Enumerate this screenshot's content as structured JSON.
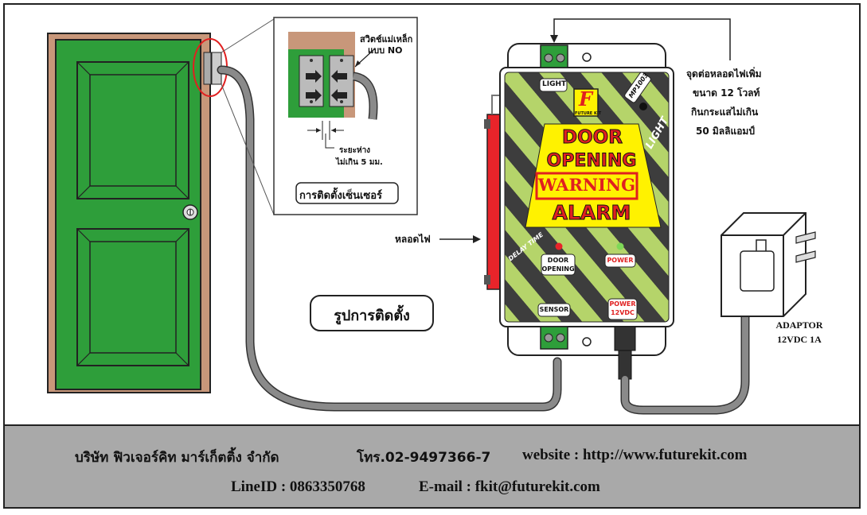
{
  "inset": {
    "switch_label": "สวิตช์แม่เหล็ก",
    "switch_type": "แบบ NO",
    "gap_label_1": "ระยะห่าง",
    "gap_label_2": "ไม่เกิน 5 มม.",
    "caption": "การติดตั้งเซ็นเซอร์"
  },
  "install_caption": "รูปการติดตั้ง",
  "lamp_label": "หลอดไฟ",
  "extra_lamp_note": {
    "line1": "จุดต่อหลอดไฟเพิ่ม",
    "line2": "ขนาด 12 โวลท์",
    "line3": "กินกระแสไม่เกิน",
    "line4": "50 มิลลิแอมป์"
  },
  "adaptor": {
    "line1": "ADAPTOR",
    "line2": "12VDC 1A"
  },
  "device": {
    "model": "MP1003",
    "logo_letter": "F",
    "logo_sub": "FUTURE KIT",
    "title_door": "DOOR",
    "title_opening": "OPENING",
    "title_warning": "WARNING",
    "title_alarm": "ALARM",
    "light_terminal": "LIGHT",
    "light_side": "LIGHT",
    "delay_time": "DELAY TIME",
    "door_opening_led_1": "DOOR",
    "door_opening_led_2": "OPENING",
    "power_led": "POWER",
    "sensor_terminal": "SENSOR",
    "power_in_1": "POWER",
    "power_in_2": "12VDC"
  },
  "footer": {
    "company": "บริษัท ฟิวเจอร์คิท มาร์เก็ตติ้ง จำกัด",
    "phone": "โทร.02-9497366-7",
    "website": "website : http://www.futurekit.com",
    "line_id": "LineID : 0863350768",
    "email": "E-mail : fkit@futurekit.com"
  },
  "colors": {
    "door_green": "#2e9e3a",
    "door_frame": "#c8977a",
    "panel_yellow": "#fff200",
    "stripe_green": "#b5d46a",
    "lamp_red": "#e8242a",
    "highlight_red": "#e02020",
    "cable_gray": "#8a8a8a",
    "footer_gray": "#a9a9a9"
  }
}
